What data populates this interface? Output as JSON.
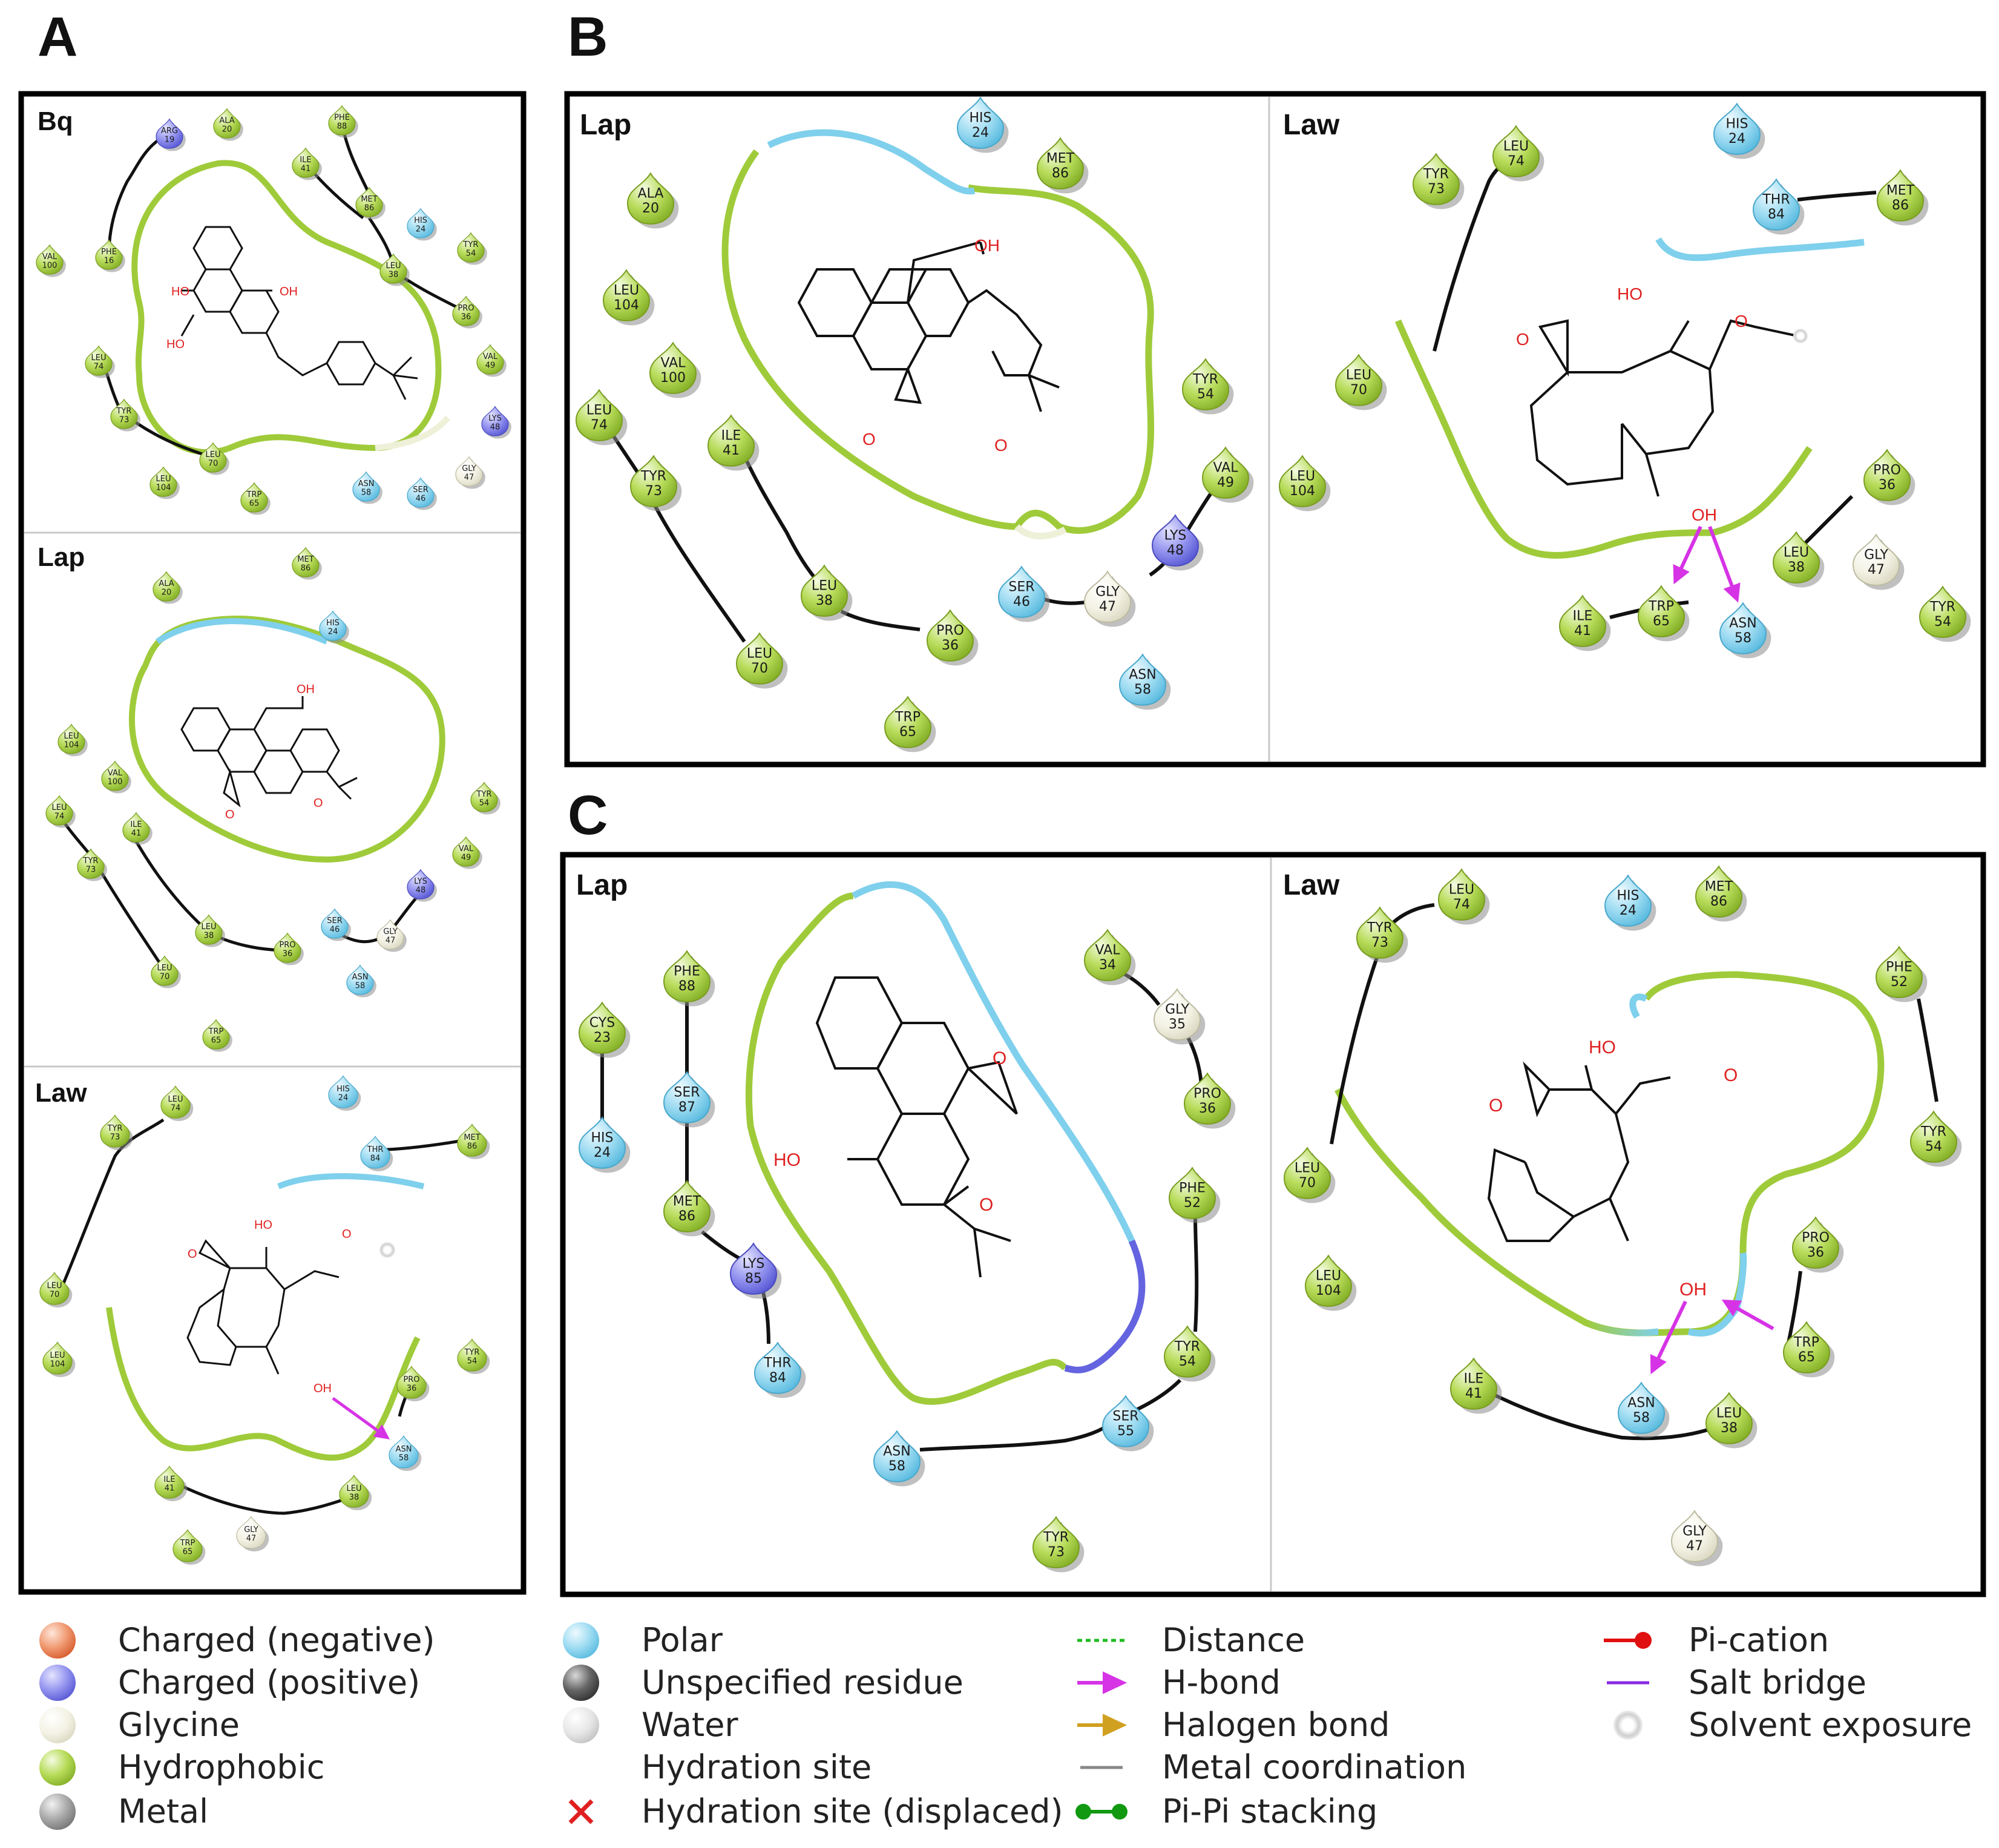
{
  "colors": {
    "hydrophobic": "#9fcb3a",
    "polar": "#7fd0ec",
    "charged_positive": "#7b7be6",
    "charged_negative": "#e87c52",
    "glycine": "#efeedd",
    "metal": "#9a9a9a",
    "unspecified": "#5a5a5a",
    "water": "#d8d8d8",
    "hbond": "#d633e6",
    "frame": "#000000",
    "bond": "#111111",
    "hetero_atom": "#e02020"
  },
  "figure": {
    "panel_letters": [
      "A",
      "B",
      "C"
    ],
    "subpanels": [
      {
        "id": "A1",
        "label": "Bq",
        "atom_labels": [
          "HO",
          "OH",
          "HO"
        ],
        "residues": [
          {
            "name": "ARG",
            "num": "19",
            "type": "charged_positive"
          },
          {
            "name": "ALA",
            "num": "20",
            "type": "hydrophobic"
          },
          {
            "name": "PHE",
            "num": "88",
            "type": "hydrophobic"
          },
          {
            "name": "ILE",
            "num": "41",
            "type": "hydrophobic"
          },
          {
            "name": "MET",
            "num": "86",
            "type": "hydrophobic"
          },
          {
            "name": "HIS",
            "num": "24",
            "type": "polar"
          },
          {
            "name": "TYR",
            "num": "54",
            "type": "hydrophobic"
          },
          {
            "name": "VAL",
            "num": "100",
            "type": "hydrophobic"
          },
          {
            "name": "PHE",
            "num": "16",
            "type": "hydrophobic"
          },
          {
            "name": "LEU",
            "num": "38",
            "type": "hydrophobic"
          },
          {
            "name": "PRO",
            "num": "36",
            "type": "hydrophobic"
          },
          {
            "name": "VAL",
            "num": "49",
            "type": "hydrophobic"
          },
          {
            "name": "LEU",
            "num": "74",
            "type": "hydrophobic"
          },
          {
            "name": "LYS",
            "num": "48",
            "type": "charged_positive"
          },
          {
            "name": "TYR",
            "num": "73",
            "type": "hydrophobic"
          },
          {
            "name": "GLY",
            "num": "47",
            "type": "glycine"
          },
          {
            "name": "LEU",
            "num": "70",
            "type": "hydrophobic"
          },
          {
            "name": "LEU",
            "num": "104",
            "type": "hydrophobic"
          },
          {
            "name": "ASN",
            "num": "58",
            "type": "polar"
          },
          {
            "name": "SER",
            "num": "46",
            "type": "polar"
          },
          {
            "name": "TRP",
            "num": "65",
            "type": "hydrophobic"
          }
        ]
      },
      {
        "id": "A2",
        "label": "Lap",
        "atom_labels": [
          "OH",
          "O",
          "O"
        ],
        "residues": [
          {
            "name": "ALA",
            "num": "20",
            "type": "hydrophobic"
          },
          {
            "name": "MET",
            "num": "86",
            "type": "hydrophobic"
          },
          {
            "name": "HIS",
            "num": "24",
            "type": "polar"
          },
          {
            "name": "LEU",
            "num": "104",
            "type": "hydrophobic"
          },
          {
            "name": "VAL",
            "num": "100",
            "type": "hydrophobic"
          },
          {
            "name": "LEU",
            "num": "74",
            "type": "hydrophobic"
          },
          {
            "name": "ILE",
            "num": "41",
            "type": "hydrophobic"
          },
          {
            "name": "TYR",
            "num": "54",
            "type": "hydrophobic"
          },
          {
            "name": "TYR",
            "num": "73",
            "type": "hydrophobic"
          },
          {
            "name": "VAL",
            "num": "49",
            "type": "hydrophobic"
          },
          {
            "name": "LYS",
            "num": "48",
            "type": "charged_positive"
          },
          {
            "name": "SER",
            "num": "46",
            "type": "polar"
          },
          {
            "name": "GLY",
            "num": "47",
            "type": "glycine"
          },
          {
            "name": "LEU",
            "num": "38",
            "type": "hydrophobic"
          },
          {
            "name": "PRO",
            "num": "36",
            "type": "hydrophobic"
          },
          {
            "name": "LEU",
            "num": "70",
            "type": "hydrophobic"
          },
          {
            "name": "ASN",
            "num": "58",
            "type": "polar"
          },
          {
            "name": "TRP",
            "num": "65",
            "type": "hydrophobic"
          }
        ]
      },
      {
        "id": "A3",
        "label": "Law",
        "atom_labels": [
          "O",
          "HO",
          "O",
          "OH"
        ],
        "residues": [
          {
            "name": "HIS",
            "num": "24",
            "type": "polar"
          },
          {
            "name": "LEU",
            "num": "74",
            "type": "hydrophobic"
          },
          {
            "name": "TYR",
            "num": "73",
            "type": "hydrophobic"
          },
          {
            "name": "THR",
            "num": "84",
            "type": "polar"
          },
          {
            "name": "MET",
            "num": "86",
            "type": "hydrophobic"
          },
          {
            "name": "LEU",
            "num": "70",
            "type": "hydrophobic"
          },
          {
            "name": "LEU",
            "num": "104",
            "type": "hydrophobic"
          },
          {
            "name": "TYR",
            "num": "54",
            "type": "hydrophobic"
          },
          {
            "name": "PRO",
            "num": "36",
            "type": "hydrophobic"
          },
          {
            "name": "ASN",
            "num": "58",
            "type": "polar"
          },
          {
            "name": "ILE",
            "num": "41",
            "type": "hydrophobic"
          },
          {
            "name": "LEU",
            "num": "38",
            "type": "hydrophobic"
          },
          {
            "name": "TRP",
            "num": "65",
            "type": "hydrophobic"
          },
          {
            "name": "GLY",
            "num": "47",
            "type": "glycine"
          }
        ]
      },
      {
        "id": "B1",
        "label": "Lap",
        "atom_labels": [
          "OH",
          "O",
          "O"
        ],
        "residues": [
          {
            "name": "HIS",
            "num": "24",
            "type": "polar"
          },
          {
            "name": "MET",
            "num": "86",
            "type": "hydrophobic"
          },
          {
            "name": "ALA",
            "num": "20",
            "type": "hydrophobic"
          },
          {
            "name": "LEU",
            "num": "104",
            "type": "hydrophobic"
          },
          {
            "name": "VAL",
            "num": "100",
            "type": "hydrophobic"
          },
          {
            "name": "TYR",
            "num": "54",
            "type": "hydrophobic"
          },
          {
            "name": "LEU",
            "num": "74",
            "type": "hydrophobic"
          },
          {
            "name": "ILE",
            "num": "41",
            "type": "hydrophobic"
          },
          {
            "name": "VAL",
            "num": "49",
            "type": "hydrophobic"
          },
          {
            "name": "TYR",
            "num": "73",
            "type": "hydrophobic"
          },
          {
            "name": "LYS",
            "num": "48",
            "type": "charged_positive"
          },
          {
            "name": "SER",
            "num": "46",
            "type": "polar"
          },
          {
            "name": "GLY",
            "num": "47",
            "type": "glycine"
          },
          {
            "name": "LEU",
            "num": "38",
            "type": "hydrophobic"
          },
          {
            "name": "PRO",
            "num": "36",
            "type": "hydrophobic"
          },
          {
            "name": "LEU",
            "num": "70",
            "type": "hydrophobic"
          },
          {
            "name": "ASN",
            "num": "58",
            "type": "polar"
          },
          {
            "name": "TRP",
            "num": "65",
            "type": "hydrophobic"
          }
        ]
      },
      {
        "id": "B2",
        "label": "Law",
        "atom_labels": [
          "O",
          "HO",
          "O",
          "OH"
        ],
        "residues": [
          {
            "name": "LEU",
            "num": "74",
            "type": "hydrophobic"
          },
          {
            "name": "HIS",
            "num": "24",
            "type": "polar"
          },
          {
            "name": "TYR",
            "num": "73",
            "type": "hydrophobic"
          },
          {
            "name": "THR",
            "num": "84",
            "type": "polar"
          },
          {
            "name": "MET",
            "num": "86",
            "type": "hydrophobic"
          },
          {
            "name": "LEU",
            "num": "70",
            "type": "hydrophobic"
          },
          {
            "name": "LEU",
            "num": "104",
            "type": "hydrophobic"
          },
          {
            "name": "PRO",
            "num": "36",
            "type": "hydrophobic"
          },
          {
            "name": "LEU",
            "num": "38",
            "type": "hydrophobic"
          },
          {
            "name": "GLY",
            "num": "47",
            "type": "glycine"
          },
          {
            "name": "ILE",
            "num": "41",
            "type": "hydrophobic"
          },
          {
            "name": "TRP",
            "num": "65",
            "type": "hydrophobic"
          },
          {
            "name": "ASN",
            "num": "58",
            "type": "polar"
          },
          {
            "name": "TYR",
            "num": "54",
            "type": "hydrophobic"
          }
        ]
      },
      {
        "id": "C1",
        "label": "Lap",
        "atom_labels": [
          "O",
          "HO",
          "O"
        ],
        "residues": [
          {
            "name": "VAL",
            "num": "34",
            "type": "hydrophobic"
          },
          {
            "name": "PHE",
            "num": "88",
            "type": "hydrophobic"
          },
          {
            "name": "GLY",
            "num": "35",
            "type": "glycine"
          },
          {
            "name": "CYS",
            "num": "23",
            "type": "hydrophobic"
          },
          {
            "name": "SER",
            "num": "87",
            "type": "polar"
          },
          {
            "name": "PRO",
            "num": "36",
            "type": "hydrophobic"
          },
          {
            "name": "HIS",
            "num": "24",
            "type": "polar"
          },
          {
            "name": "PHE",
            "num": "52",
            "type": "hydrophobic"
          },
          {
            "name": "MET",
            "num": "86",
            "type": "hydrophobic"
          },
          {
            "name": "LYS",
            "num": "85",
            "type": "charged_positive"
          },
          {
            "name": "TYR",
            "num": "54",
            "type": "hydrophobic"
          },
          {
            "name": "THR",
            "num": "84",
            "type": "polar"
          },
          {
            "name": "SER",
            "num": "55",
            "type": "polar"
          },
          {
            "name": "ASN",
            "num": "58",
            "type": "polar"
          },
          {
            "name": "TYR",
            "num": "73",
            "type": "hydrophobic"
          }
        ]
      },
      {
        "id": "C2",
        "label": "Law",
        "atom_labels": [
          "HO",
          "O",
          "O",
          "OH"
        ],
        "residues": [
          {
            "name": "LEU",
            "num": "74",
            "type": "hydrophobic"
          },
          {
            "name": "HIS",
            "num": "24",
            "type": "polar"
          },
          {
            "name": "MET",
            "num": "86",
            "type": "hydrophobic"
          },
          {
            "name": "TYR",
            "num": "73",
            "type": "hydrophobic"
          },
          {
            "name": "PHE",
            "num": "52",
            "type": "hydrophobic"
          },
          {
            "name": "TYR",
            "num": "54",
            "type": "hydrophobic"
          },
          {
            "name": "LEU",
            "num": "70",
            "type": "hydrophobic"
          },
          {
            "name": "PRO",
            "num": "36",
            "type": "hydrophobic"
          },
          {
            "name": "LEU",
            "num": "104",
            "type": "hydrophobic"
          },
          {
            "name": "TRP",
            "num": "65",
            "type": "hydrophobic"
          },
          {
            "name": "ILE",
            "num": "41",
            "type": "hydrophobic"
          },
          {
            "name": "ASN",
            "num": "58",
            "type": "polar"
          },
          {
            "name": "LEU",
            "num": "38",
            "type": "hydrophobic"
          },
          {
            "name": "GLY",
            "num": "47",
            "type": "glycine"
          }
        ]
      }
    ]
  },
  "legend": [
    {
      "label": "Charged (negative)",
      "symbol": "sphere",
      "color": "#e87c52"
    },
    {
      "label": "Charged (positive)",
      "symbol": "sphere",
      "color": "#7b7be6"
    },
    {
      "label": "Glycine",
      "symbol": "sphere",
      "color": "#efeedd"
    },
    {
      "label": "Hydrophobic",
      "symbol": "sphere",
      "color": "#9fcb3a"
    },
    {
      "label": "Metal",
      "symbol": "sphere",
      "color": "#9a9a9a"
    },
    {
      "label": "Polar",
      "symbol": "sphere",
      "color": "#7fd0ec"
    },
    {
      "label": "Unspecified residue",
      "symbol": "sphere",
      "color": "#5a5a5a"
    },
    {
      "label": "Water",
      "symbol": "sphere",
      "color": "#d8d8d8"
    },
    {
      "label": "Hydration site",
      "symbol": "none",
      "color": "#cccccc"
    },
    {
      "label": "Hydration site (displaced)",
      "symbol": "cross",
      "color": "#e02020"
    },
    {
      "label": "Distance",
      "symbol": "dashed-line",
      "color": "#22bb22"
    },
    {
      "label": "H-bond",
      "symbol": "arrow",
      "color": "#d633e6"
    },
    {
      "label": "Halogen bond",
      "symbol": "arrow",
      "color": "#d0a020"
    },
    {
      "label": "Metal coordination",
      "symbol": "line",
      "color": "#888888"
    },
    {
      "label": "Pi-Pi stacking",
      "symbol": "dumbbell",
      "color": "#119911"
    },
    {
      "label": "Pi-cation",
      "symbol": "line-dot",
      "color": "#e01010"
    },
    {
      "label": "Salt bridge",
      "symbol": "line",
      "color": "#8a2be2"
    },
    {
      "label": "Solvent exposure",
      "symbol": "ring",
      "color": "#bbbbbb"
    }
  ]
}
